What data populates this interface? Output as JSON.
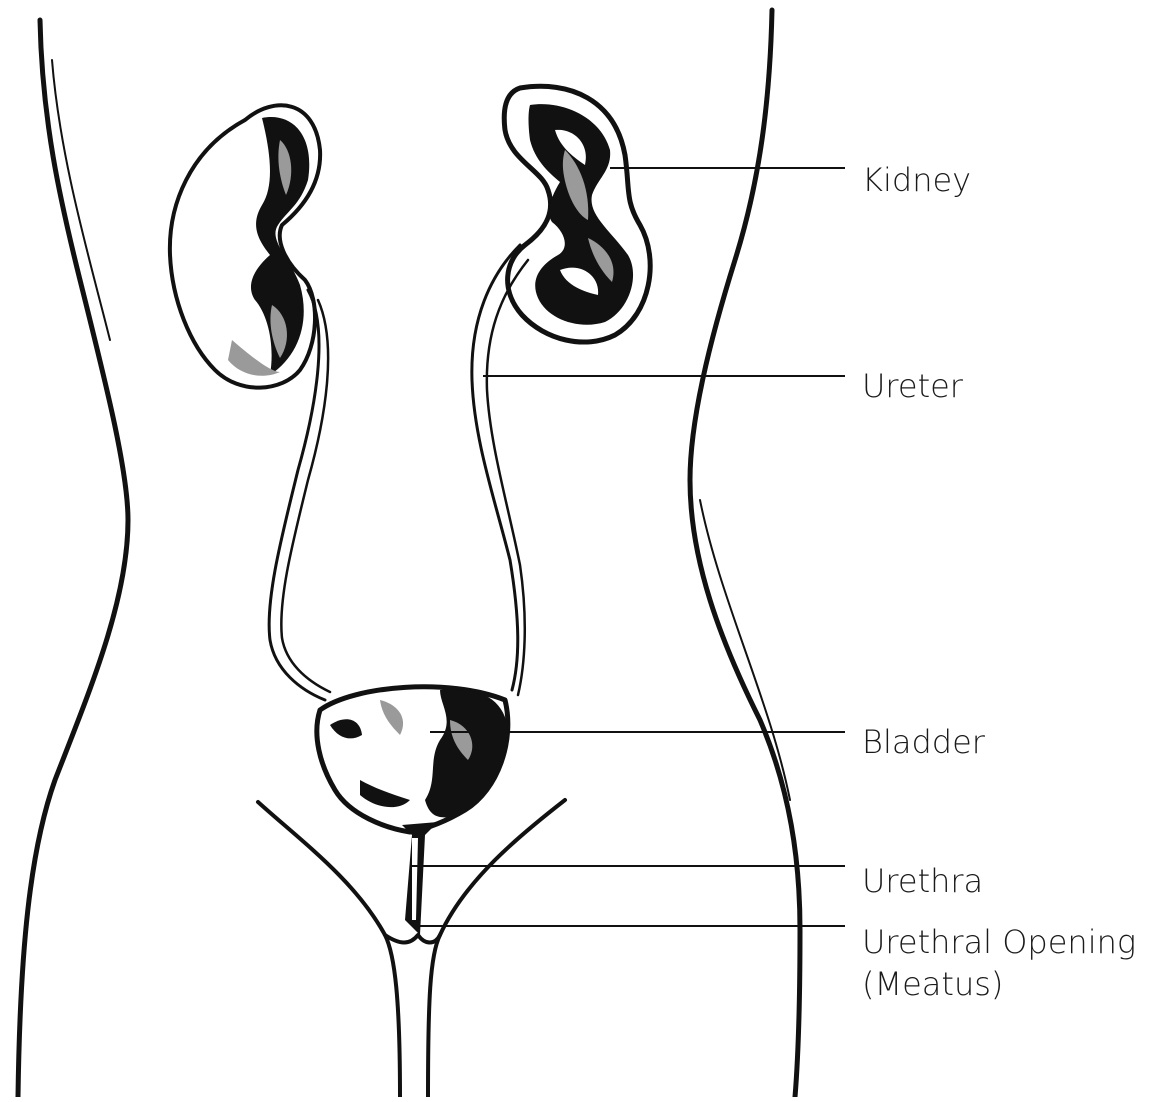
{
  "diagram": {
    "labels": {
      "kidney": "Kidney",
      "ureter": "Ureter",
      "bladder": "Bladder",
      "urethra": "Urethra",
      "urethral_opening_line1": "Urethral Opening",
      "urethral_opening_line2": "(Meatus)"
    },
    "colors": {
      "ink": "#111111",
      "shade": "#9a9a9a",
      "background": "#ffffff"
    }
  }
}
